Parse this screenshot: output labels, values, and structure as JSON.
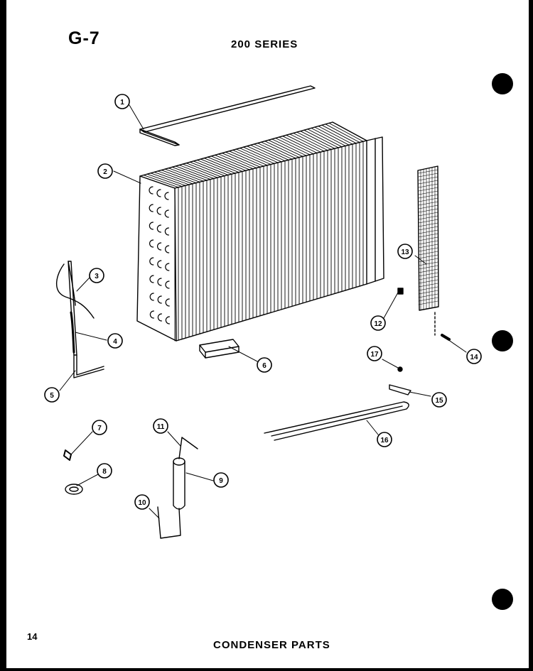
{
  "header": {
    "page_code": "G-7",
    "series": "200 SERIES"
  },
  "footer": {
    "page_number": "14",
    "caption": "CONDENSER PARTS"
  },
  "callouts": [
    "1",
    "2",
    "3",
    "4",
    "5",
    "6",
    "7",
    "8",
    "9",
    "10",
    "11",
    "12",
    "13",
    "14",
    "15",
    "16",
    "17"
  ],
  "colors": {
    "ink": "#000000",
    "paper": "#ffffff"
  }
}
